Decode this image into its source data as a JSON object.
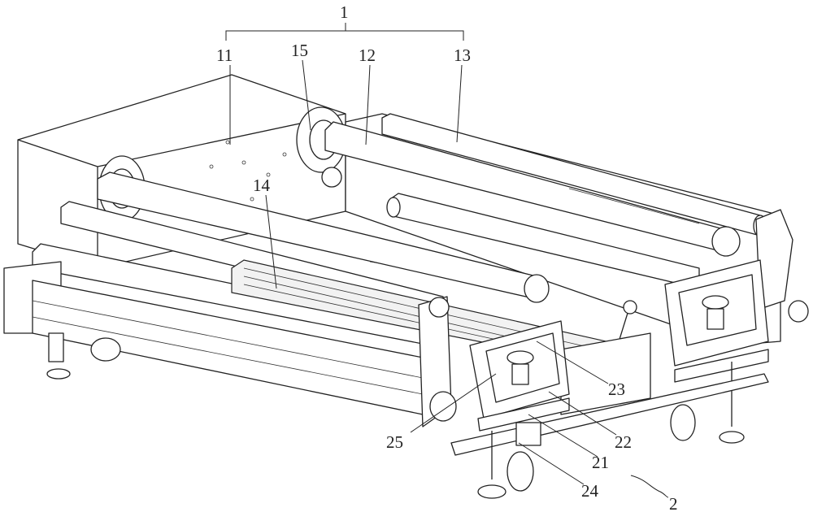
{
  "figure": {
    "labels": {
      "assembly": "1",
      "box": "11",
      "flange": "15",
      "upper_roller": "12",
      "rear_roller": "13",
      "brush_roller": "14",
      "unit_23": "23",
      "unit_22": "22",
      "unit_25": "25",
      "unit_21": "21",
      "unit_24": "24",
      "base": "2"
    },
    "line_color": "#222222",
    "background": "#ffffff"
  }
}
